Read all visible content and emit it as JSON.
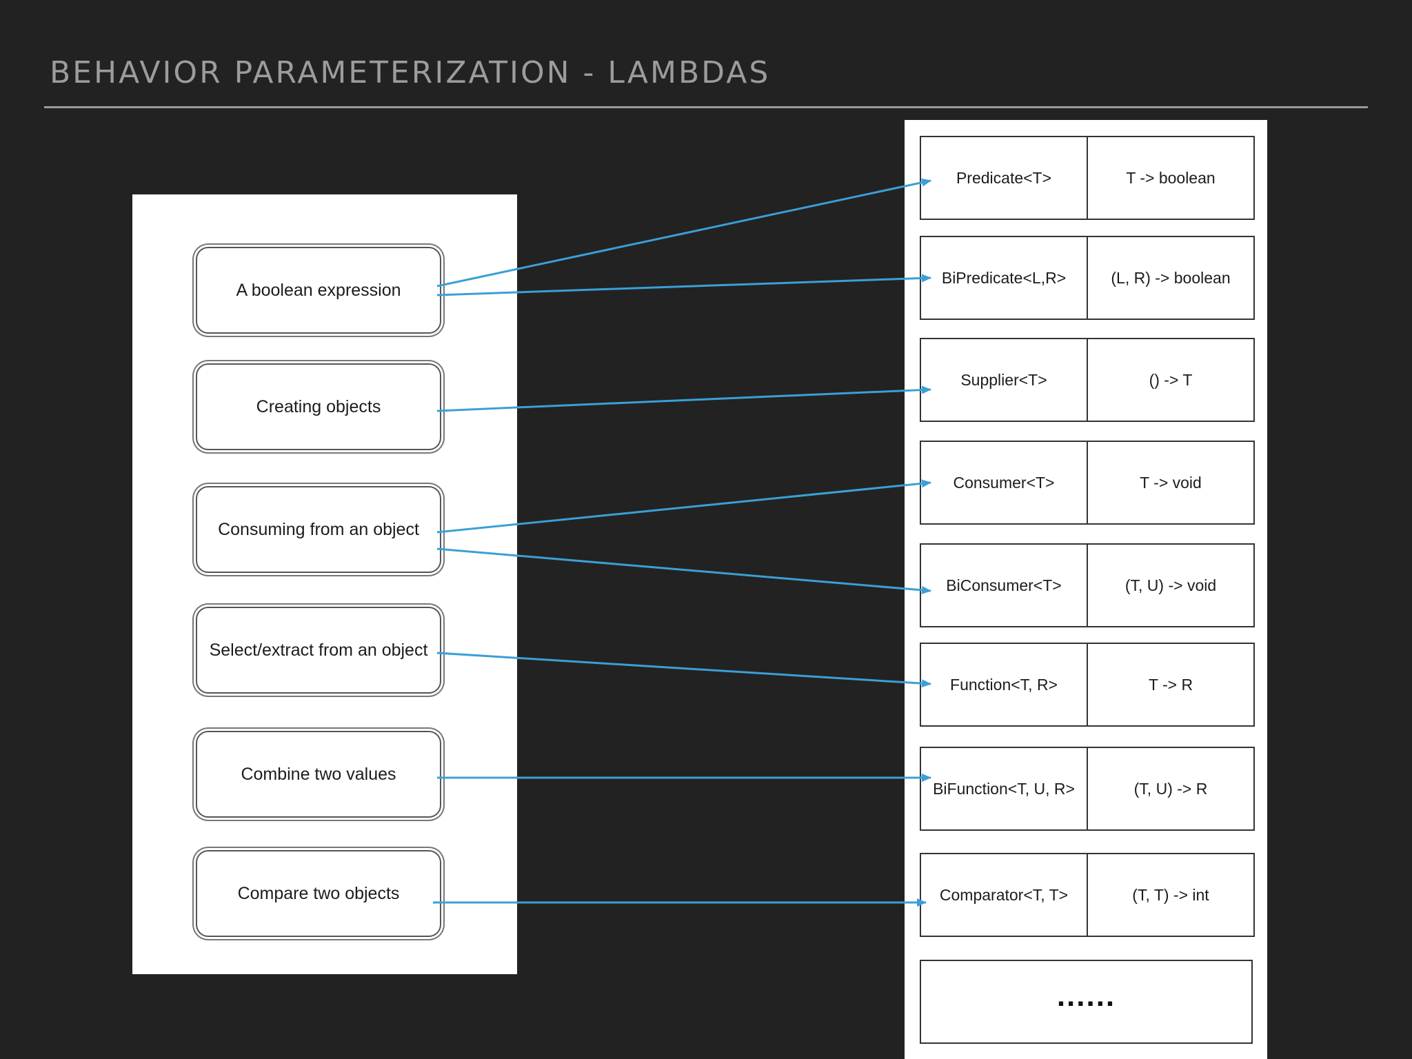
{
  "title": "BEHAVIOR PARAMETERIZATION - LAMBDAS",
  "use_cases": [
    {
      "id": "boolean",
      "label": "A boolean expression"
    },
    {
      "id": "creating",
      "label": "Creating objects"
    },
    {
      "id": "consuming",
      "label": "Consuming from an object"
    },
    {
      "id": "select",
      "label": "Select/extract from an object"
    },
    {
      "id": "combine",
      "label": "Combine two values"
    },
    {
      "id": "compare",
      "label": "Compare two objects"
    }
  ],
  "interfaces": [
    {
      "id": "predicate",
      "name": "Predicate<T>",
      "signature": "T -> boolean"
    },
    {
      "id": "bipredicate",
      "name": "BiPredicate<L,R>",
      "signature": "(L, R) -> boolean"
    },
    {
      "id": "supplier",
      "name": "Supplier<T>",
      "signature": "() -> T"
    },
    {
      "id": "consumer",
      "name": "Consumer<T>",
      "signature": "T -> void"
    },
    {
      "id": "biconsumer",
      "name": "BiConsumer<T>",
      "signature": "(T, U) -> void"
    },
    {
      "id": "function",
      "name": "Function<T, R>",
      "signature": "T -> R"
    },
    {
      "id": "bifunction",
      "name": "BiFunction<T, U, R>",
      "signature": "(T, U) -> R"
    },
    {
      "id": "comparator",
      "name": "Comparator<T, T>",
      "signature": "(T, T) -> int"
    }
  ],
  "more_label": "......",
  "connections": [
    {
      "from": "boolean",
      "to": "predicate"
    },
    {
      "from": "boolean",
      "to": "bipredicate"
    },
    {
      "from": "creating",
      "to": "supplier"
    },
    {
      "from": "consuming",
      "to": "consumer"
    },
    {
      "from": "consuming",
      "to": "biconsumer"
    },
    {
      "from": "select",
      "to": "function"
    },
    {
      "from": "combine",
      "to": "bifunction"
    },
    {
      "from": "compare",
      "to": "comparator"
    }
  ],
  "colors": {
    "arrow": "#3aa0d6",
    "background": "#222223",
    "title": "#9c9c9c"
  }
}
